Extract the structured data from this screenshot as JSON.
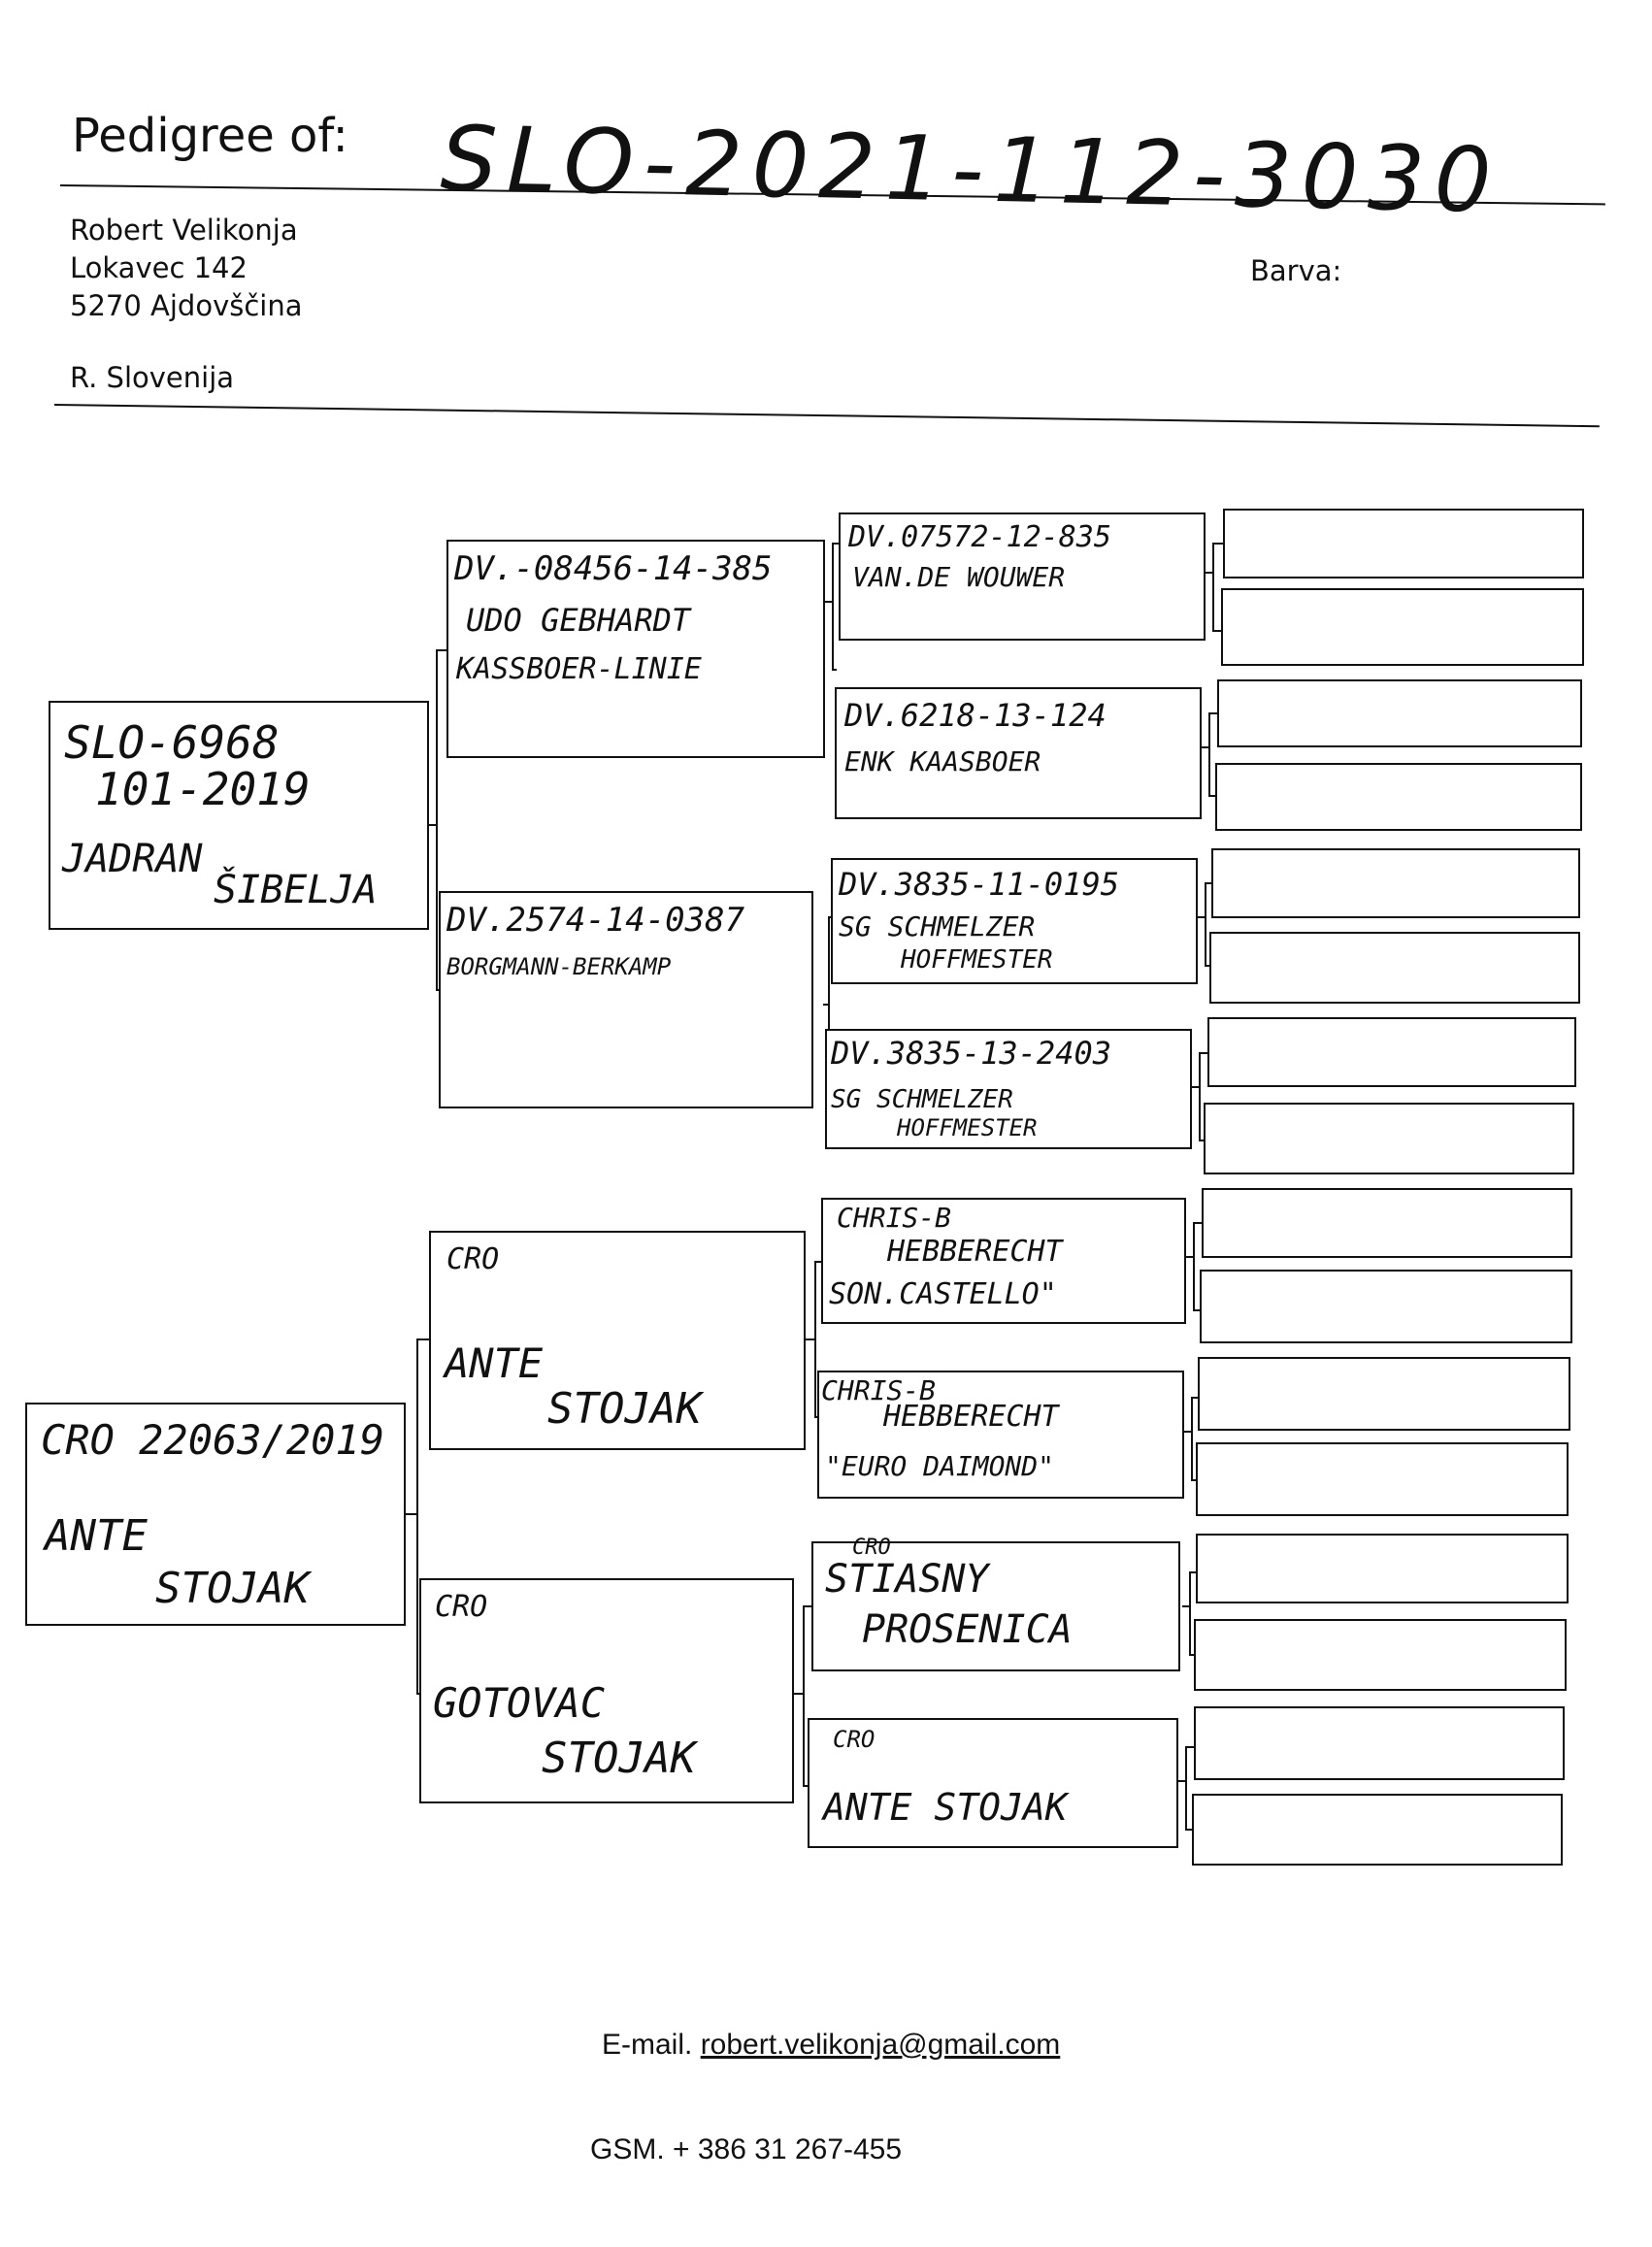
{
  "header": {
    "label": "Pedigree of:",
    "ring_number": "SLO-2021-112-3030",
    "barva_label": "Barva:"
  },
  "owner": {
    "name": "Robert Velikonja",
    "street": "Lokavec 142",
    "city": "5270 Ajdovščina",
    "country": "R. Slovenija"
  },
  "pedigree": {
    "parents": {
      "sire": [
        "SLO-6968",
        "101-2019",
        "JADRAN",
        "ŠIBELJA"
      ],
      "dam": [
        "CRO 22063/2019",
        "ANTE",
        "STOJAK"
      ]
    },
    "grandparents": {
      "ss": [
        "DV.-08456-14-385",
        "UDO GEBHARDT",
        "KASSBOER-LINIE"
      ],
      "sd": [
        "DV.2574-14-0387",
        "BORGMANN-BERKAMP"
      ],
      "ds": [
        "CRO",
        "ANTE",
        "STOJAK"
      ],
      "dd": [
        "CRO",
        "GOTOVAC",
        "STOJAK"
      ]
    },
    "great_grandparents": {
      "sss": [
        "DV.07572-12-835",
        "VAN.DE WOUWER"
      ],
      "ssd": [
        "DV.6218-13-124",
        "ENK KAASBOER"
      ],
      "sds": [
        "DV.3835-11-0195",
        "SG SCHMELZER",
        "HOFFMESTER"
      ],
      "sdd": [
        "DV.3835-13-2403",
        "SG SCHMELZER",
        "HOFFMESTER"
      ],
      "dss": [
        "CHRIS-B",
        "HEBBERECHT",
        "SON.CASTELLO\""
      ],
      "dsd": [
        "CHRIS-B",
        "HEBBERECHT",
        "\"EURO DAIMOND\""
      ],
      "dds": [
        "CRO",
        "STIASNY",
        "PROSENICA"
      ],
      "ddd": [
        "CRO",
        "ANTE STOJAK"
      ]
    }
  },
  "footer": {
    "email_label": "E-mail.",
    "email": "robert.velikonja@gmail.com",
    "gsm": "GSM. + 386 31 267-455"
  }
}
